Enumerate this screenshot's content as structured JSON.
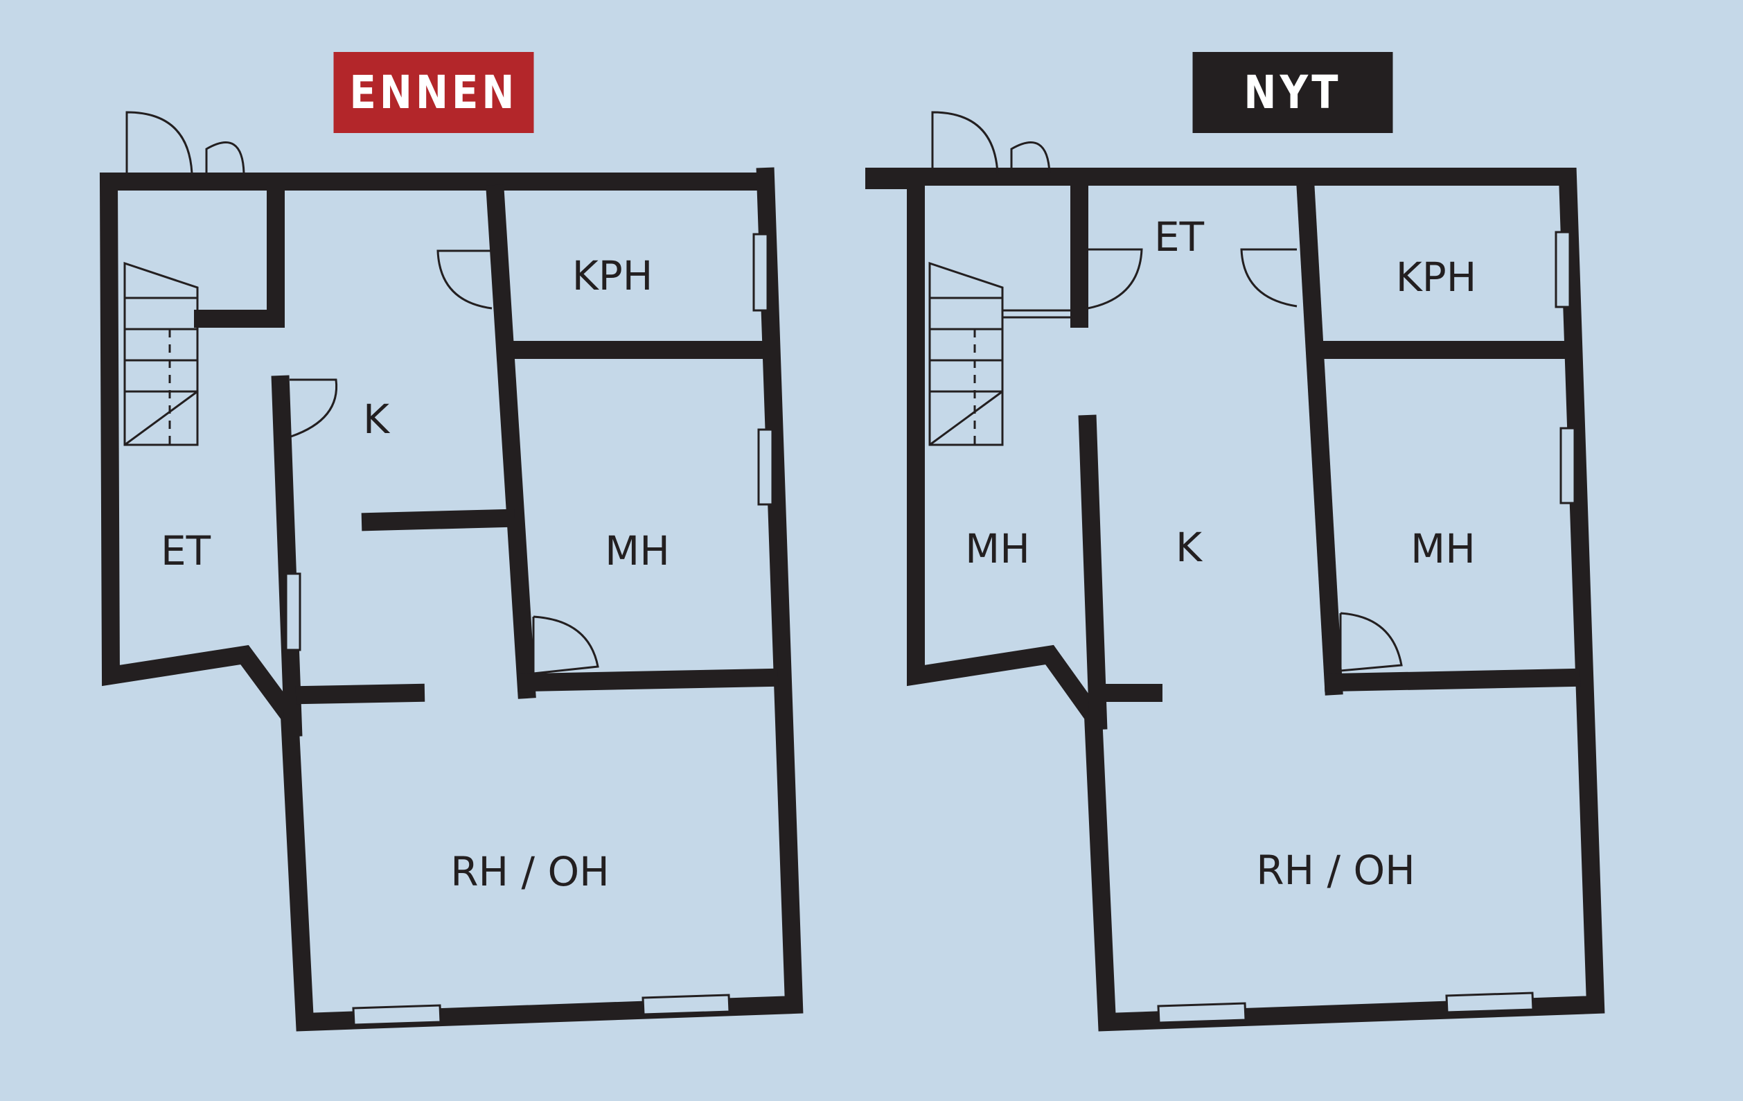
{
  "plans": {
    "before": {
      "badge": "ENNEN",
      "badge_color": "#b3262a",
      "rooms": {
        "et": "ET",
        "k": "K",
        "kph": "KPH",
        "mh": "MH",
        "rh_oh": "RH / OH"
      }
    },
    "after": {
      "badge": "NYT",
      "badge_color": "#231f20",
      "rooms": {
        "et": "ET",
        "kph": "KPH",
        "mh_left": "MH",
        "k": "K",
        "mh_right": "MH",
        "rh_oh": "RH / OH"
      }
    }
  },
  "colors": {
    "background": "#c5d8e8",
    "wall": "#231f20"
  }
}
